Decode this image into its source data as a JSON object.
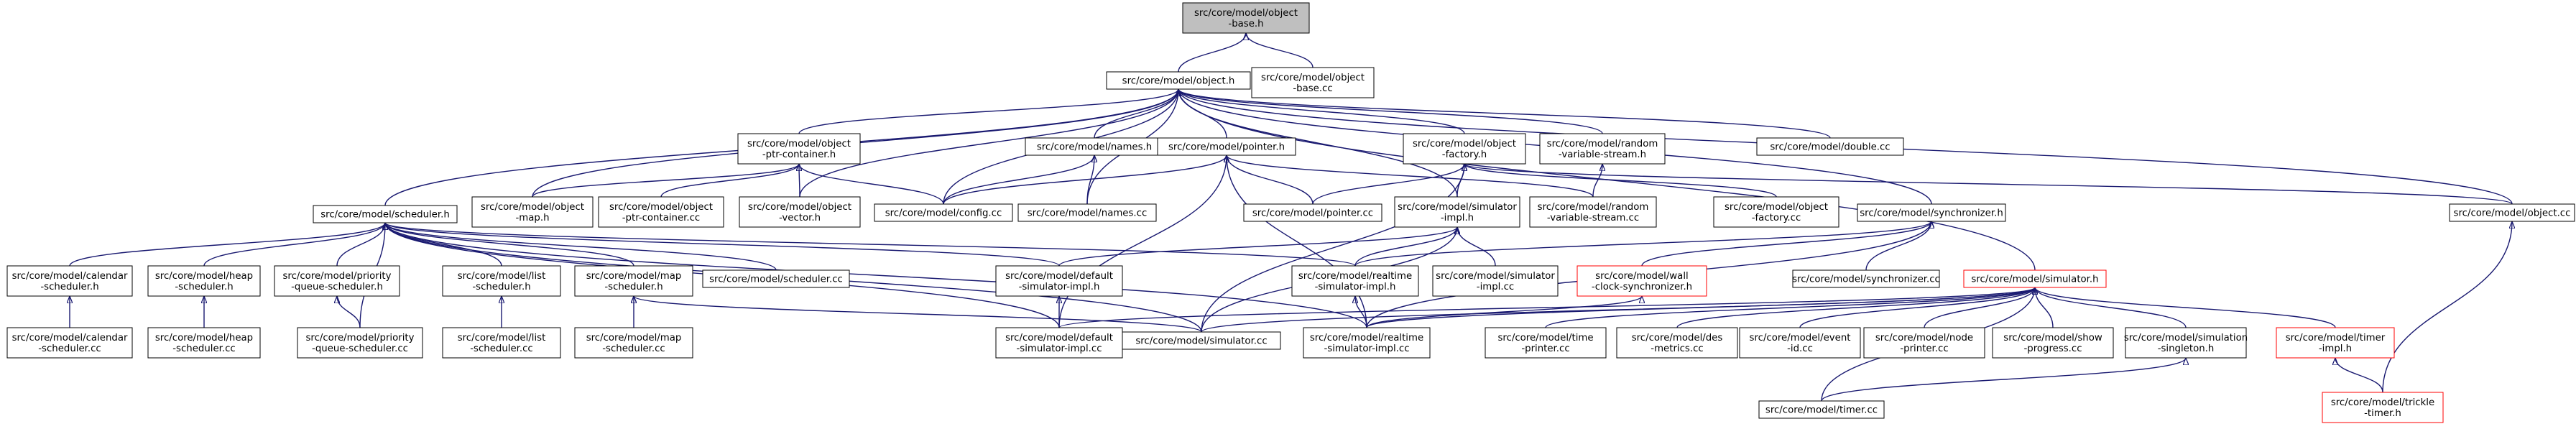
{
  "graph": {
    "colors": {
      "edge": "#191970",
      "node_border": "#000000",
      "highlight_border": "#ff0000",
      "root_fill": "#bfbfbf",
      "node_fill": "#ffffff"
    },
    "nodes": [
      {
        "id": "object_base_h",
        "lines": [
          "src/core/model/object",
          "-base.h"
        ],
        "root": true
      },
      {
        "id": "object_h",
        "lines": [
          "src/core/model/object.h"
        ]
      },
      {
        "id": "object_base_cc",
        "lines": [
          "src/core/model/object",
          "-base.cc"
        ]
      },
      {
        "id": "scheduler_h",
        "lines": [
          "src/core/model/scheduler.h"
        ]
      },
      {
        "id": "object_map_h",
        "lines": [
          "src/core/model/object",
          "-map.h"
        ]
      },
      {
        "id": "ptr_container_h",
        "lines": [
          "src/core/model/object",
          "-ptr-container.h"
        ]
      },
      {
        "id": "config_cc",
        "lines": [
          "src/core/model/config.cc"
        ]
      },
      {
        "id": "object_vector_h",
        "lines": [
          "src/core/model/object",
          "-vector.h"
        ]
      },
      {
        "id": "names_h",
        "lines": [
          "src/core/model/names.h"
        ]
      },
      {
        "id": "names_cc",
        "lines": [
          "src/core/model/names.cc"
        ]
      },
      {
        "id": "pointer_h",
        "lines": [
          "src/core/model/pointer.h"
        ]
      },
      {
        "id": "pointer_cc",
        "lines": [
          "src/core/model/pointer.cc"
        ]
      },
      {
        "id": "simulator_impl_h",
        "lines": [
          "src/core/model/simulator",
          "-impl.h"
        ]
      },
      {
        "id": "object_factory_h",
        "lines": [
          "src/core/model/object",
          "-factory.h"
        ]
      },
      {
        "id": "random_stream_h",
        "lines": [
          "src/core/model/random",
          "-variable-stream.h"
        ]
      },
      {
        "id": "double_cc",
        "lines": [
          "src/core/model/double.cc"
        ]
      },
      {
        "id": "object_cc",
        "lines": [
          "src/core/model/object.cc"
        ]
      },
      {
        "id": "calendar_h",
        "lines": [
          "src/core/model/calendar",
          "-scheduler.h"
        ]
      },
      {
        "id": "calendar_cc",
        "lines": [
          "src/core/model/calendar",
          "-scheduler.cc"
        ]
      },
      {
        "id": "heap_h",
        "lines": [
          "src/core/model/heap",
          "-scheduler.h"
        ]
      },
      {
        "id": "heap_cc",
        "lines": [
          "src/core/model/heap",
          "-scheduler.cc"
        ]
      },
      {
        "id": "pq_h",
        "lines": [
          "src/core/model/priority",
          "-queue-scheduler.h"
        ]
      },
      {
        "id": "pq_cc",
        "lines": [
          "src/core/model/priority",
          "-queue-scheduler.cc"
        ]
      },
      {
        "id": "list_h",
        "lines": [
          "src/core/model/list",
          "-scheduler.h"
        ]
      },
      {
        "id": "list_cc",
        "lines": [
          "src/core/model/list",
          "-scheduler.cc"
        ]
      },
      {
        "id": "map_h",
        "lines": [
          "src/core/model/map",
          "-scheduler.h"
        ]
      },
      {
        "id": "map_cc",
        "lines": [
          "src/core/model/map",
          "-scheduler.cc"
        ]
      },
      {
        "id": "scheduler_cc",
        "lines": [
          "src/core/model/scheduler.cc"
        ]
      },
      {
        "id": "default_h",
        "lines": [
          "src/core/model/default",
          "-simulator-impl.h"
        ]
      },
      {
        "id": "default_cc",
        "lines": [
          "src/core/model/default",
          "-simulator-impl.cc"
        ]
      },
      {
        "id": "realtime_h",
        "lines": [
          "src/core/model/realtime",
          "-simulator-impl.h"
        ]
      },
      {
        "id": "realtime_cc",
        "lines": [
          "src/core/model/realtime",
          "-simulator-impl.cc"
        ]
      },
      {
        "id": "simulator_impl_cc",
        "lines": [
          "src/core/model/simulator",
          "-impl.cc"
        ]
      },
      {
        "id": "ptr_container_cc",
        "lines": [
          "src/core/model/object",
          "-ptr-container.cc"
        ]
      },
      {
        "id": "random_stream_cc",
        "lines": [
          "src/core/model/random",
          "-variable-stream.cc"
        ]
      },
      {
        "id": "object_factory_cc",
        "lines": [
          "src/core/model/object",
          "-factory.cc"
        ]
      },
      {
        "id": "synchronizer_h",
        "lines": [
          "src/core/model/synchronizer.h"
        ]
      },
      {
        "id": "synchronizer_cc",
        "lines": [
          "src/core/model/synchronizer.cc"
        ]
      },
      {
        "id": "wall_clock_h",
        "lines": [
          "src/core/model/wall",
          "-clock-synchronizer.h"
        ],
        "highlight": true
      },
      {
        "id": "simulator_h",
        "lines": [
          "src/core/model/simulator.h"
        ],
        "highlight": true
      },
      {
        "id": "simulator_cc",
        "lines": [
          "src/core/model/simulator.cc"
        ]
      },
      {
        "id": "time_printer_cc",
        "lines": [
          "src/core/model/time",
          "-printer.cc"
        ]
      },
      {
        "id": "des_metrics_cc",
        "lines": [
          "src/core/model/des",
          "-metrics.cc"
        ]
      },
      {
        "id": "event_id_cc",
        "lines": [
          "src/core/model/event",
          "-id.cc"
        ]
      },
      {
        "id": "node_printer_cc",
        "lines": [
          "src/core/model/node",
          "-printer.cc"
        ]
      },
      {
        "id": "show_progress_cc",
        "lines": [
          "src/core/model/show",
          "-progress.cc"
        ]
      },
      {
        "id": "singleton_h",
        "lines": [
          "src/core/model/simulation",
          "-singleton.h"
        ]
      },
      {
        "id": "timer_impl_h",
        "lines": [
          "src/core/model/timer",
          "-impl.h"
        ],
        "highlight": true
      },
      {
        "id": "timer_cc",
        "lines": [
          "src/core/model/timer.cc"
        ]
      },
      {
        "id": "trickle_timer_h",
        "lines": [
          "src/core/model/trickle",
          "-timer.h"
        ],
        "highlight": true
      }
    ],
    "edges": [
      [
        "object_base_h",
        "object_h"
      ],
      [
        "object_base_h",
        "object_base_cc"
      ],
      [
        "object_h",
        "scheduler_h"
      ],
      [
        "object_h",
        "object_map_h"
      ],
      [
        "object_h",
        "ptr_container_h"
      ],
      [
        "object_h",
        "config_cc"
      ],
      [
        "object_h",
        "object_vector_h"
      ],
      [
        "object_h",
        "names_h"
      ],
      [
        "object_h",
        "names_cc"
      ],
      [
        "object_h",
        "pointer_h"
      ],
      [
        "object_h",
        "simulator_impl_h"
      ],
      [
        "object_h",
        "object_factory_h"
      ],
      [
        "object_h",
        "random_stream_h"
      ],
      [
        "object_h",
        "double_cc"
      ],
      [
        "object_h",
        "object_cc"
      ],
      [
        "object_h",
        "synchronizer_h"
      ],
      [
        "object_h",
        "simulator_h"
      ],
      [
        "ptr_container_h",
        "object_map_h"
      ],
      [
        "ptr_container_h",
        "ptr_container_cc"
      ],
      [
        "ptr_container_h",
        "object_vector_h"
      ],
      [
        "ptr_container_h",
        "config_cc"
      ],
      [
        "names_h",
        "config_cc"
      ],
      [
        "names_h",
        "names_cc"
      ],
      [
        "pointer_h",
        "config_cc"
      ],
      [
        "pointer_h",
        "pointer_cc"
      ],
      [
        "pointer_h",
        "random_stream_cc"
      ],
      [
        "pointer_h",
        "default_cc"
      ],
      [
        "pointer_h",
        "realtime_cc"
      ],
      [
        "object_factory_h",
        "pointer_cc"
      ],
      [
        "object_factory_h",
        "simulator_impl_h"
      ],
      [
        "object_factory_h",
        "object_factory_cc"
      ],
      [
        "object_factory_h",
        "object_cc"
      ],
      [
        "object_factory_h",
        "simulator_cc"
      ],
      [
        "random_stream_h",
        "random_stream_cc"
      ],
      [
        "scheduler_h",
        "calendar_h"
      ],
      [
        "scheduler_h",
        "heap_h"
      ],
      [
        "scheduler_h",
        "pq_h"
      ],
      [
        "scheduler_h",
        "list_h"
      ],
      [
        "scheduler_h",
        "map_h"
      ],
      [
        "scheduler_h",
        "scheduler_cc"
      ],
      [
        "scheduler_h",
        "default_h"
      ],
      [
        "scheduler_h",
        "realtime_h"
      ],
      [
        "scheduler_h",
        "pq_cc"
      ],
      [
        "scheduler_h",
        "default_cc"
      ],
      [
        "scheduler_h",
        "realtime_cc"
      ],
      [
        "scheduler_h",
        "simulator_cc"
      ],
      [
        "calendar_h",
        "calendar_cc"
      ],
      [
        "heap_h",
        "heap_cc"
      ],
      [
        "pq_h",
        "pq_cc"
      ],
      [
        "list_h",
        "list_cc"
      ],
      [
        "map_h",
        "map_cc"
      ],
      [
        "map_h",
        "simulator_cc"
      ],
      [
        "simulator_impl_h",
        "default_h"
      ],
      [
        "simulator_impl_h",
        "realtime_h"
      ],
      [
        "simulator_impl_h",
        "simulator_impl_cc"
      ],
      [
        "simulator_impl_h",
        "simulator_cc"
      ],
      [
        "default_h",
        "default_cc"
      ],
      [
        "realtime_h",
        "realtime_cc"
      ],
      [
        "synchronizer_h",
        "wall_clock_h"
      ],
      [
        "synchronizer_h",
        "synchronizer_cc"
      ],
      [
        "synchronizer_h",
        "realtime_h"
      ],
      [
        "synchronizer_h",
        "realtime_cc"
      ],
      [
        "wall_clock_h",
        "realtime_cc"
      ],
      [
        "simulator_h",
        "default_cc"
      ],
      [
        "simulator_h",
        "simulator_cc"
      ],
      [
        "simulator_h",
        "realtime_cc"
      ],
      [
        "simulator_h",
        "time_printer_cc"
      ],
      [
        "simulator_h",
        "des_metrics_cc"
      ],
      [
        "simulator_h",
        "event_id_cc"
      ],
      [
        "simulator_h",
        "node_printer_cc"
      ],
      [
        "simulator_h",
        "show_progress_cc"
      ],
      [
        "simulator_h",
        "singleton_h"
      ],
      [
        "simulator_h",
        "timer_impl_h"
      ],
      [
        "simulator_h",
        "timer_cc"
      ],
      [
        "singleton_h",
        "timer_cc"
      ],
      [
        "timer_impl_h",
        "trickle_timer_h"
      ],
      [
        "object_cc",
        "trickle_timer_h"
      ]
    ]
  }
}
